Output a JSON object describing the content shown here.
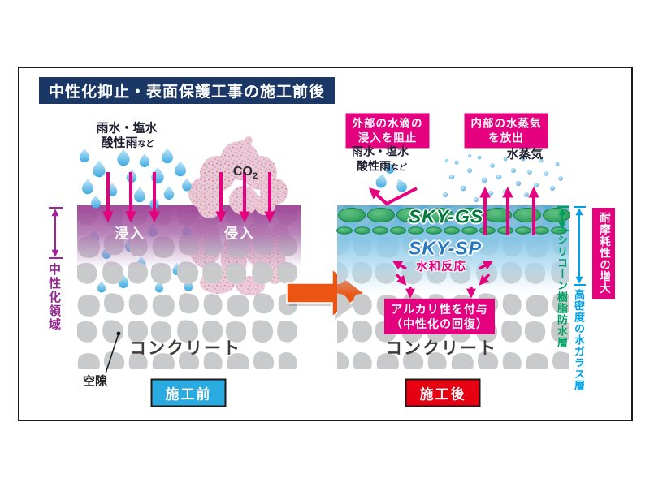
{
  "title": "中性化抑止・表面保護工事の施工前後",
  "before": {
    "rain_line1": "雨水・塩水",
    "rain_line2": "酸性雨",
    "rain_line2_suffix": "など",
    "co2": "CO",
    "co2_sub": "2",
    "penetration_label": "浸入",
    "intrusion_label": "侵入",
    "zone_label": "中性化領域",
    "concrete_label": "コンクリート",
    "void_label": "空隙",
    "badge": "施工前"
  },
  "after": {
    "callout_block_line1": "外部の水滴の",
    "callout_block_line2": "浸入を阻止",
    "callout_release_line1": "内部の水蒸気",
    "callout_release_line2": "を放出",
    "rain_line1": "雨水・塩水",
    "rain_line2": "酸性雨",
    "rain_line2_suffix": "など",
    "vapor_label": "水蒸気",
    "layer_gs": "SKY-GS",
    "layer_sp": "SKY-SP",
    "hydration_label": "水和反応",
    "alkali_line1": "アルカリ性を付与",
    "alkali_line2": "（中性化の回復）",
    "concrete_label": "コンクリート",
    "badge": "施工後",
    "silicone_label": "シリコーン樹脂防水層",
    "waterglass_label": "高密度の水ガラス層",
    "abrasion_label": "耐摩耗性の増大"
  },
  "colors": {
    "title_navy": "#1B3766",
    "magenta": "#E4007F",
    "purple_dim": "#93278F",
    "badge_before_blue": "#29ABE2",
    "badge_after_red": "#E60012",
    "orange_arrow": "#EA5514",
    "silicone_green": "#00A063",
    "waterglass_blue": "#00A0E9",
    "gs_text_green": "#00793C",
    "sp_text_blue": "#2679BE",
    "stone_gray": "#C9CACB"
  }
}
